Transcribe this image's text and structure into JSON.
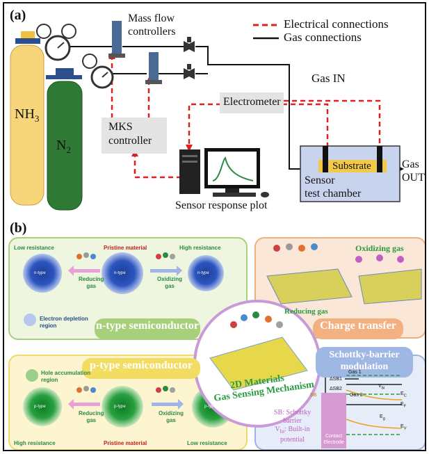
{
  "panel_a": {
    "label": "(a)",
    "legend": {
      "electrical": "Electrical connections",
      "gas": "Gas connections"
    },
    "cylinder_1": {
      "name": "NH",
      "sub": "3"
    },
    "cylinder_2": {
      "name": "N",
      "sub": "2"
    },
    "mass_flow": [
      "Mass flow",
      "controllers"
    ],
    "gas_in": "Gas IN",
    "electrometer": "Electrometer",
    "mks": [
      "MKS",
      "controller"
    ],
    "substrate": "Substrate",
    "chamber": [
      "Sensor",
      "test chamber"
    ],
    "gas_out": [
      "Gas",
      "OUT"
    ],
    "plot_caption": "Sensor response plot",
    "colors": {
      "electrical": "#e02020",
      "gas": "#111111",
      "cyl1": "#f7d57a",
      "cyl2": "#2e7a35"
    }
  },
  "panel_b": {
    "label": "(b)",
    "ntype": {
      "low": "Low resistance",
      "pristine": "Pristine material",
      "high": "High resistance",
      "reducing": [
        "Reducing",
        "gas"
      ],
      "oxidizing": [
        "Oxidizing",
        "gas"
      ],
      "depletion": [
        "Electron depletion",
        "region"
      ],
      "title": "n-type semiconductor",
      "particle": "n-type"
    },
    "ptype": {
      "title": "p-type semiconductor",
      "accumulation": [
        "Hole accumulation",
        "region"
      ],
      "high": "High resistance",
      "pristine": "Pristine material",
      "low": "Low resistance",
      "reducing": [
        "Reducing",
        "gas"
      ],
      "oxidizing": [
        "Oxidizing",
        "gas"
      ],
      "particle": "p-type"
    },
    "charge": {
      "reducing": "Reducing gas",
      "oxidizing": "Oxidizing gas",
      "title": "Charge transfer"
    },
    "center": [
      "2D Materials",
      "Gas Sensing Mechanism"
    ],
    "schottky": {
      "title": [
        "Schottky-barrier",
        "modulation"
      ],
      "gas1": "Gas 1",
      "gas2": "Gas 2",
      "asb1": "ΔSB1",
      "asb2": "ΔSB2",
      "sb": "SB",
      "vbi": "V",
      "vbi_sub": "bi",
      "ec": "E",
      "ec_sub": "C",
      "ef": "E",
      "ef_sub": "F",
      "eg": "E",
      "eg_sub": "g",
      "ev": "E",
      "ev_sub": "V",
      "note": [
        "SB: Schottky",
        "barrier",
        "V",
        "bi",
        ": Built-in",
        "potential"
      ],
      "contact": [
        "Contact",
        "Electrode"
      ]
    }
  }
}
